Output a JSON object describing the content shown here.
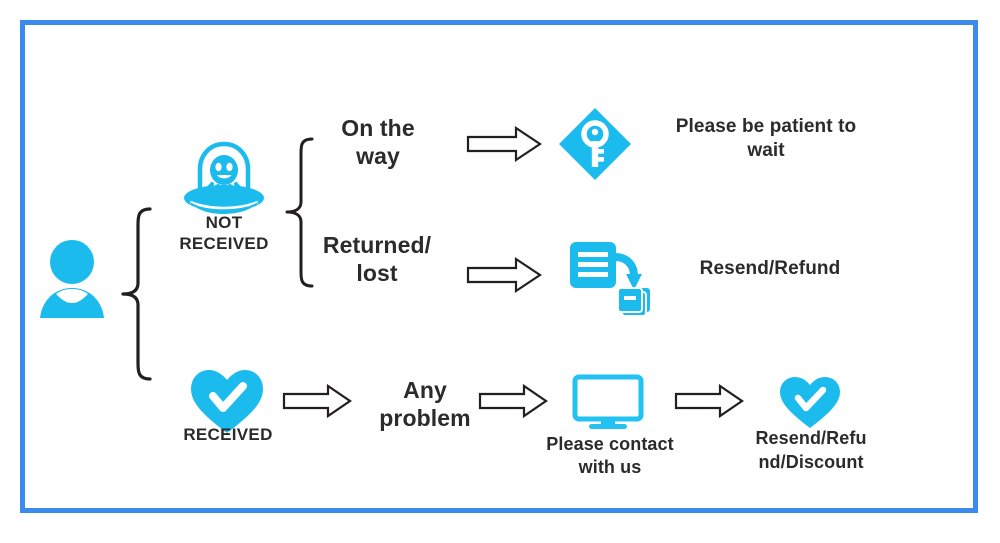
{
  "diagram": {
    "title": "Order status customer-service flow",
    "frame_color": "#3B8BEF",
    "accent_color": "#1CBBEE",
    "text_color": "#2B2B2B",
    "arrow_stroke": "#231F20",
    "brace_stroke": "#231F20"
  },
  "customer": {
    "icon": "person-icon",
    "label": ""
  },
  "branches": {
    "not_received": {
      "icon": "ufo-alien-icon",
      "label_line1": "NOT",
      "label_line2": "RECEIVED"
    },
    "received": {
      "icon": "heart-check-icon",
      "label": "RECEIVED"
    }
  },
  "cases": {
    "on_the_way": {
      "label_line1": "On the",
      "label_line2": "way",
      "arrow": "arrow-right-icon",
      "result_icon": "key-diamond-icon",
      "result_line1": "Please be patient to",
      "result_line2": "wait"
    },
    "returned_lost": {
      "label_line1": "Returned/",
      "label_line2": "lost",
      "arrow": "arrow-right-icon",
      "result_icon": "document-resend-icon",
      "result_label": "Resend/Refund"
    },
    "any_problem": {
      "arrow1": "arrow-right-icon",
      "label_line1": "Any",
      "label_line2": "problem",
      "arrow2": "arrow-right-icon",
      "contact_icon": "monitor-icon",
      "contact_line1": "Please contact",
      "contact_line2": "with us",
      "arrow3": "arrow-right-icon",
      "outcome_icon": "heart-check-icon",
      "outcome_line1": "Resend/Refu",
      "outcome_line2": "nd/Discount"
    }
  }
}
